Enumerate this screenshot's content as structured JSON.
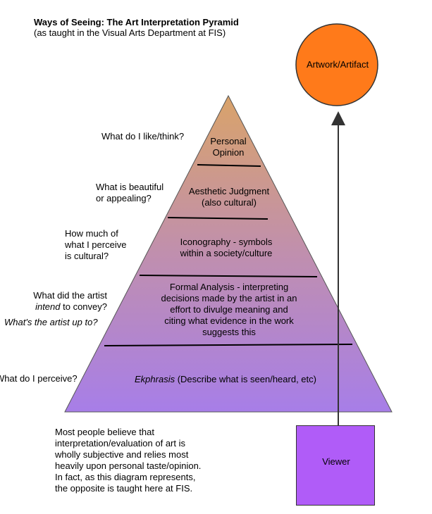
{
  "title": {
    "main": "Ways of Seeing:  The Art Interpretation Pyramid",
    "sub": "(as taught in the Visual Arts Department at FIS)"
  },
  "colors": {
    "pyramid_top": "#d9a36a",
    "pyramid_bottom": "#a77ee8",
    "artifact_circle": "#ff7a1a",
    "viewer_box": "#b05cf8"
  },
  "artifact": {
    "label": "Artwork/Artifact"
  },
  "viewer": {
    "label": "Viewer"
  },
  "levels": [
    {
      "line1": "Personal",
      "line2": "Opinion"
    },
    {
      "line1": "Aesthetic Judgment",
      "line2": "(also cultural)"
    },
    {
      "line1": "Iconography - symbols",
      "line2": "within a society/culture"
    },
    {
      "line1": "Formal Analysis - interpreting",
      "line2": "decisions made by the artist in an",
      "line3": "effort to divulge meaning and",
      "line4": "citing what evidence in the work",
      "line5": "suggests this"
    },
    {
      "italic": "Ekphrasis",
      "rest": " (Describe what is seen/heard, etc)"
    }
  ],
  "questions": [
    {
      "line1": "What do I like/think?"
    },
    {
      "line1": "What is beautiful",
      "line2": "or appealing?"
    },
    {
      "line1": "How much of",
      "line2": "what I perceive",
      "line3": "is cultural?"
    },
    {
      "line1": "What did the artist",
      "line2_italic": "intend",
      "line2_rest": " to convey?",
      "line3": "What's the artist up to?"
    },
    {
      "line1": "What do I perceive?"
    }
  ],
  "note": {
    "line1": "Most people believe that",
    "line2": "interpretation/evaluation of art is",
    "line3": "wholly subjective and relies most",
    "line4": "heavily upon personal taste/opinion.",
    "line5": "In fact, as this diagram represents,",
    "line6": "the opposite is taught here at FIS."
  }
}
